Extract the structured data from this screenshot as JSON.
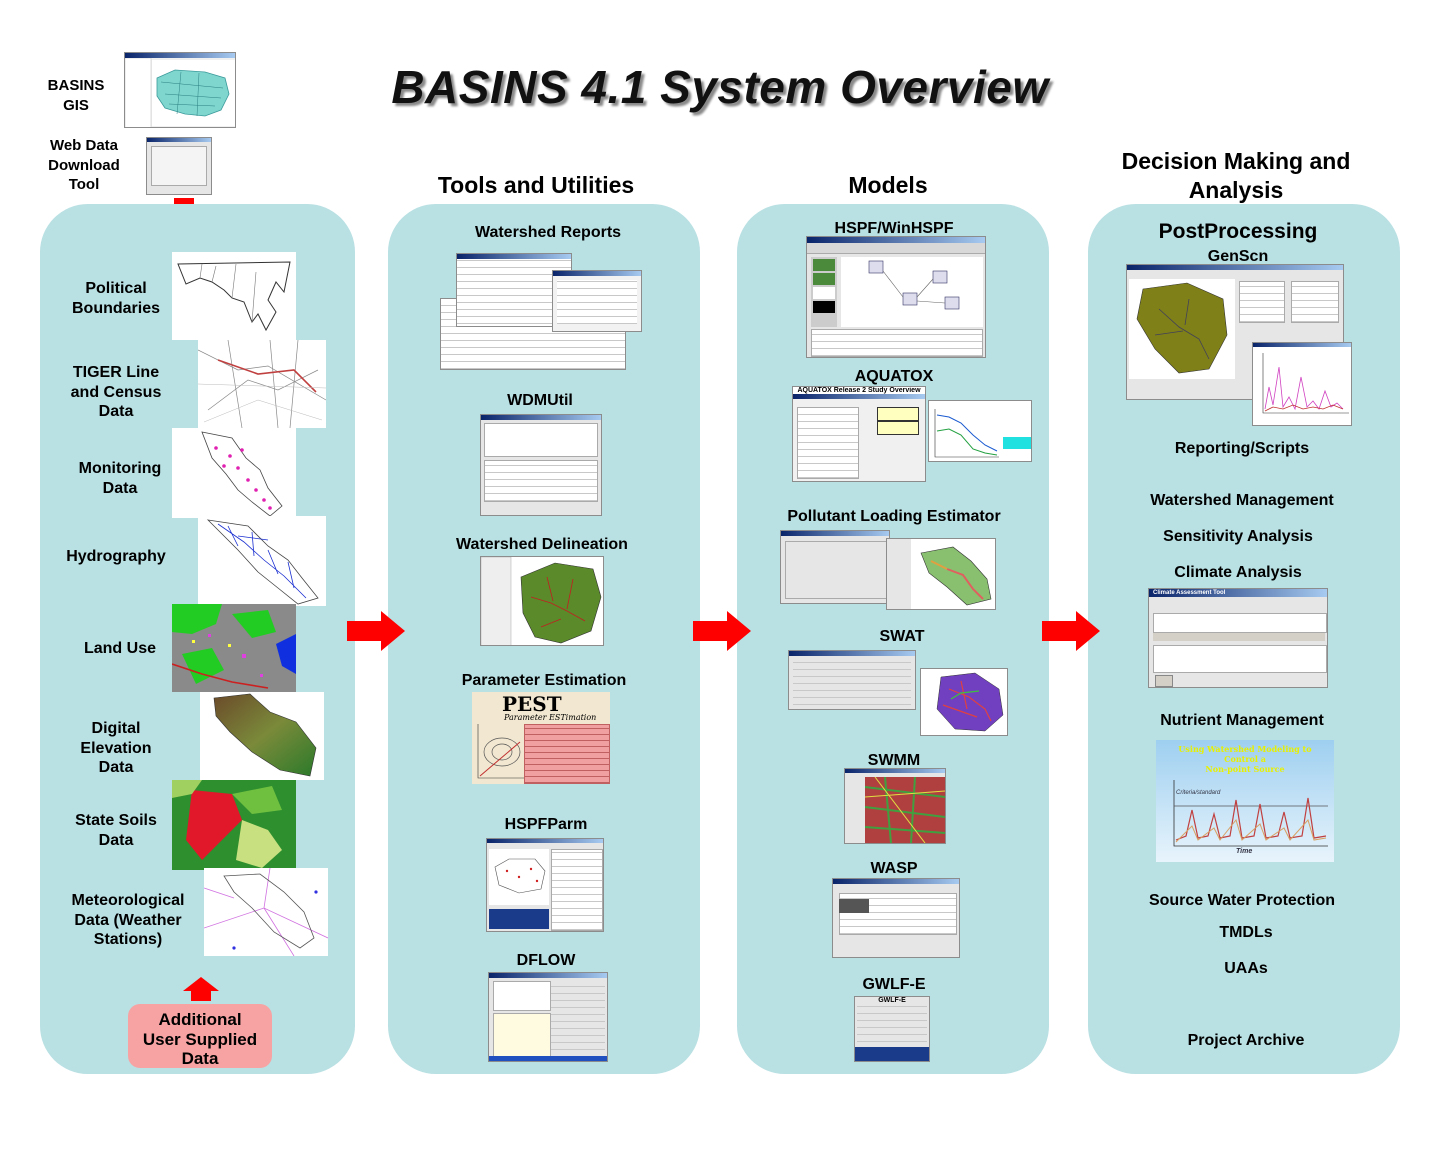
{
  "title": "BASINS 4.1 System Overview",
  "top_left": {
    "basins_gis": "BASINS\nGIS",
    "web_data": "Web Data\nDownload\nTool"
  },
  "columns": {
    "tools": "Tools and Utilities",
    "models": "Models",
    "decision": "Decision Making and\nAnalysis"
  },
  "data_items": [
    "Political\nBoundaries",
    "TIGER Line\nand Census\nData",
    "Monitoring\nData",
    "Hydrography",
    "Land Use",
    "Digital\nElevation\nData",
    "State Soils\nData",
    "Meteorological\nData (Weather\nStations)"
  ],
  "user_supplied": "Additional\nUser Supplied\nData",
  "tools": [
    "Watershed Reports",
    "WDMUtil",
    "Watershed Delineation",
    "Parameter Estimation",
    "HSPFParm",
    "DFLOW"
  ],
  "models": [
    "HSPF/WinHSPF",
    "AQUATOX",
    "Pollutant Loading Estimator",
    "SWAT",
    "SWMM",
    "WASP",
    "GWLF-E"
  ],
  "decision": {
    "postprocessing": "PostProcessing",
    "genscn": "GenScn",
    "items": [
      "Reporting/Scripts",
      "Watershed Management",
      "Sensitivity Analysis",
      "Climate Analysis",
      "Nutrient Management",
      "Source Water Protection",
      "TMDLs",
      "UAAs",
      "Project Archive"
    ]
  },
  "screenshots": {
    "pest_logo": "PEST",
    "pest_sub": "Parameter ESTimation",
    "aquatox_caption": "AQUATOX Release 2 Study Overview",
    "nutrient_title": "Using Watershed Modeling to Control a\nNon-point Source",
    "nutrient_criteria": "Criteria/standard",
    "nutrient_time": "Time",
    "climate_title": "Climate Assessment Tool",
    "gwlf_title": "GWLF-E"
  },
  "colors": {
    "panel": "#b9e0e3",
    "arrow": "#ff0000",
    "user_box": "#f7a3a3"
  }
}
